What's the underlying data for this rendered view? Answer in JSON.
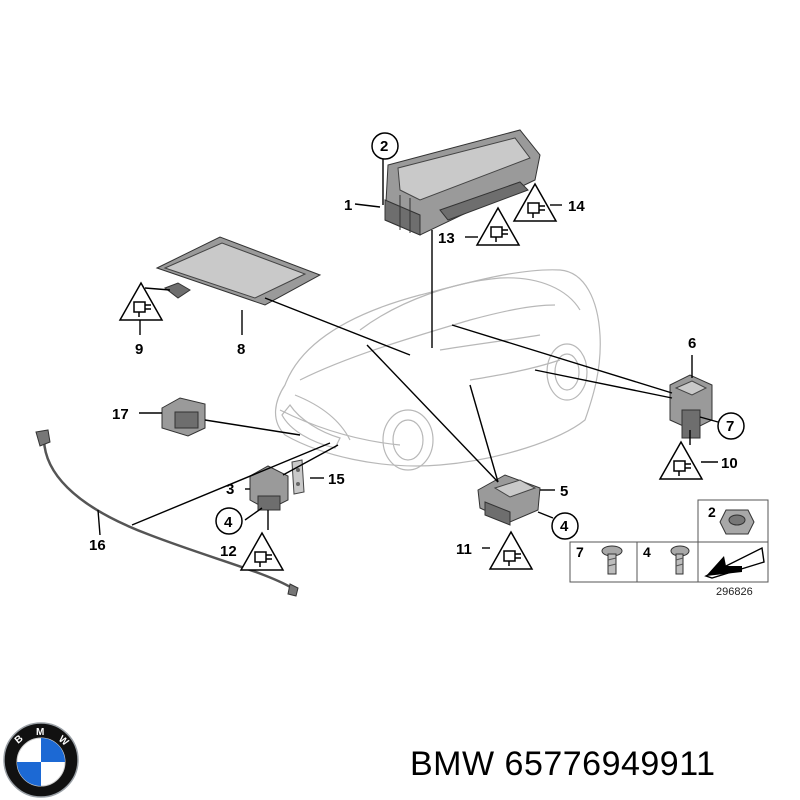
{
  "callouts": {
    "n1": "1",
    "n2": "2",
    "n3": "3",
    "n4a": "4",
    "n4b": "4",
    "n5": "5",
    "n6": "6",
    "n7": "7",
    "n8": "8",
    "n9": "9",
    "n10": "10",
    "n11": "11",
    "n12": "12",
    "n13": "13",
    "n14": "14",
    "n15": "15",
    "n16": "16",
    "n17": "17"
  },
  "legend": {
    "n2": "2",
    "n7": "7",
    "n4": "4"
  },
  "reference_number": "296826",
  "caption": "BMW 65776949911",
  "logo_letters": [
    "B",
    "M",
    "W"
  ],
  "colors": {
    "logo_blue": "#1c69d4",
    "logo_ring": "#111111",
    "part_grey": "#9a9a9a"
  }
}
